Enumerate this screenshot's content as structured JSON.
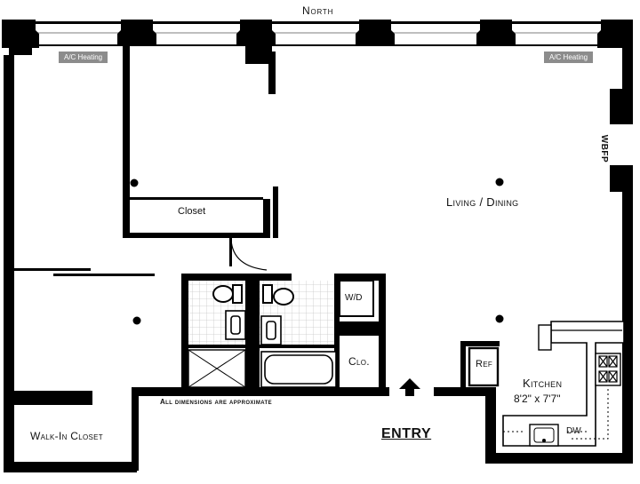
{
  "compass": {
    "north": "North"
  },
  "hvac": {
    "left": "A/C Heating",
    "right": "A/C Heating"
  },
  "rooms": {
    "closet": "Closet",
    "living_dining": "Living / Dining",
    "wd": "W/D",
    "clo": "Clo.",
    "ref": "Ref",
    "kitchen": "Kitchen",
    "kitchen_dims": "8'2\" x 7'7\"",
    "dw": "DW",
    "walk_in_closet": "Walk-In Closet",
    "wbfp": "WBFP"
  },
  "notes": {
    "dimensions_note": "All dimensions are approximate",
    "entry": "ENTRY"
  }
}
